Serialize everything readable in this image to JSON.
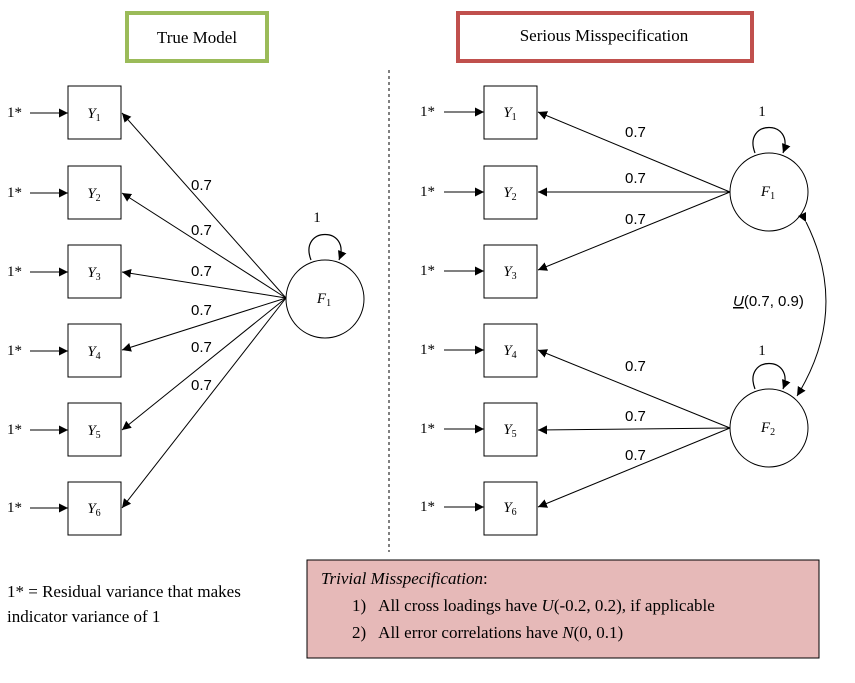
{
  "left_panel": {
    "title": "True Model",
    "title_border_color": "#9bbb59",
    "indicators": [
      {
        "letter": "Y",
        "sub": "1",
        "residual": "1*",
        "loading": "0.7"
      },
      {
        "letter": "Y",
        "sub": "2",
        "residual": "1*",
        "loading": "0.7"
      },
      {
        "letter": "Y",
        "sub": "3",
        "residual": "1*",
        "loading": "0.7"
      },
      {
        "letter": "Y",
        "sub": "4",
        "residual": "1*",
        "loading": "0.7"
      },
      {
        "letter": "Y",
        "sub": "5",
        "residual": "1*",
        "loading": "0.7"
      },
      {
        "letter": "Y",
        "sub": "6",
        "residual": "1*",
        "loading": "0.7"
      }
    ],
    "factor": {
      "letter": "F",
      "sub": "1",
      "variance": "1"
    }
  },
  "right_panel": {
    "title": "Serious Misspecification",
    "title_border_color": "#c0504d",
    "indicators": [
      {
        "letter": "Y",
        "sub": "1",
        "residual": "1*",
        "loading": "0.7"
      },
      {
        "letter": "Y",
        "sub": "2",
        "residual": "1*",
        "loading": "0.7"
      },
      {
        "letter": "Y",
        "sub": "3",
        "residual": "1*",
        "loading": "0.7"
      },
      {
        "letter": "Y",
        "sub": "4",
        "residual": "1*",
        "loading": "0.7"
      },
      {
        "letter": "Y",
        "sub": "5",
        "residual": "1*",
        "loading": "0.7"
      },
      {
        "letter": "Y",
        "sub": "6",
        "residual": "1*",
        "loading": "0.7"
      }
    ],
    "factors": [
      {
        "letter": "F",
        "sub": "1",
        "variance": "1"
      },
      {
        "letter": "F",
        "sub": "2",
        "variance": "1"
      }
    ],
    "correlation": {
      "prefix": "U",
      "rest": "(0.7, 0.9)"
    }
  },
  "footnote": {
    "line1": "1* = Residual variance that makes",
    "line2": "indicator variance of 1"
  },
  "trivial_box": {
    "title": "Trivial Misspecification",
    "title_suffix": ":",
    "fill_color": "#e6b9b8",
    "items": [
      {
        "num": "1)",
        "pre": "All cross loadings have ",
        "dist": "U",
        "post": "(-0.2, 0.2), if applicable"
      },
      {
        "num": "2)",
        "pre": "All error correlations have ",
        "dist": "N",
        "post": "(0, 0.1)"
      }
    ]
  }
}
